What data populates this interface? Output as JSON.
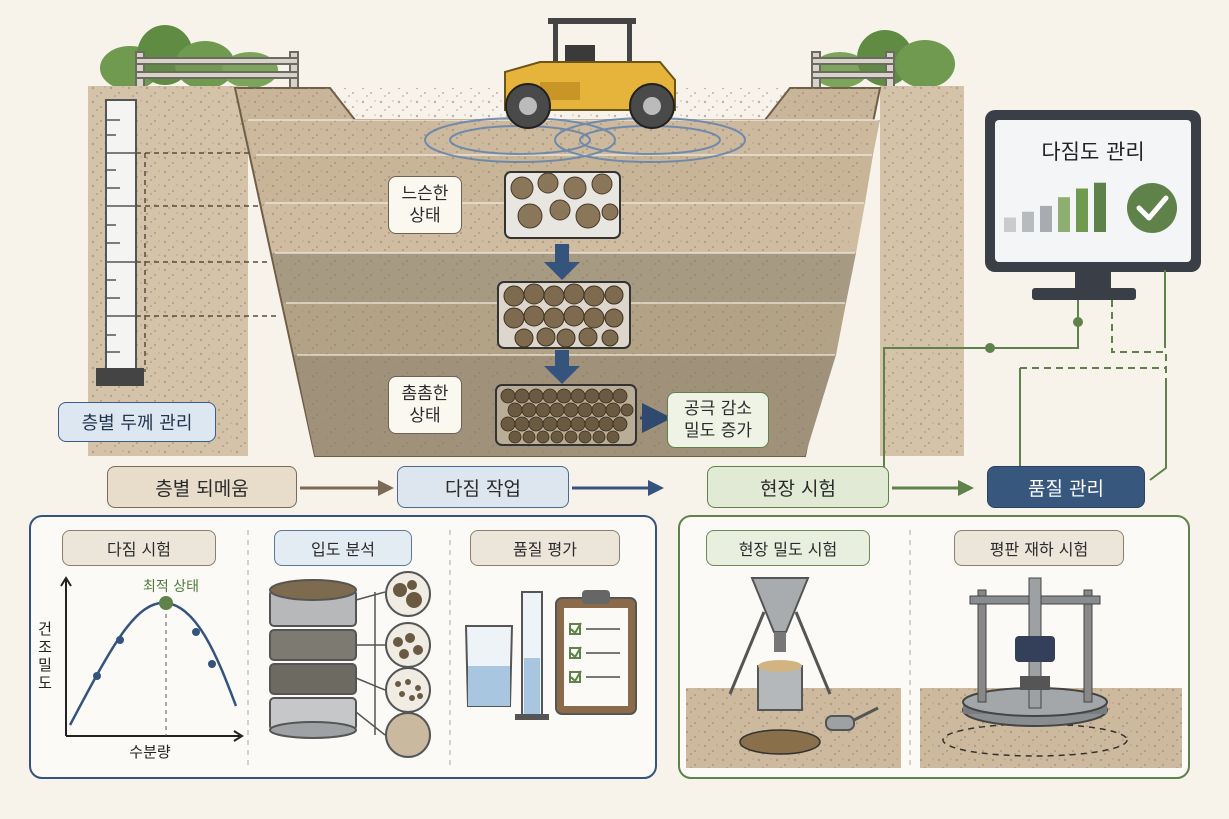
{
  "excavation": {
    "loose_label": "느슨한\n상태",
    "moist_label": "촘촘한\n상태",
    "result_label": "공극 감소\n밀도 증가"
  },
  "layer_thickness_label": "층별 두께 관리",
  "monitor": {
    "title": "다짐도 관리",
    "bars": [
      0.25,
      0.35,
      0.45,
      0.6,
      0.75,
      0.85
    ],
    "check_icon": "check-circle-icon"
  },
  "process": {
    "steps": [
      "층별 되메움",
      "다짐 작업",
      "현장 시험",
      "품질 관리"
    ]
  },
  "lab_panel": {
    "compaction_test": {
      "title": "다짐 시험",
      "optimum_label": "최적 상태",
      "ylabel": "건조밀도",
      "xlabel": "수분량"
    },
    "gradation_title": "입도 분석",
    "quality_title": "품질 평가"
  },
  "field_panel": {
    "density_test_title": "현장 밀도 시험",
    "plate_load_title": "평판 재하 시험"
  },
  "colors": {
    "soil": "#c9b59a",
    "navy": "#38577d",
    "green": "#5e8249",
    "accent_green": "#6f9a4f"
  }
}
